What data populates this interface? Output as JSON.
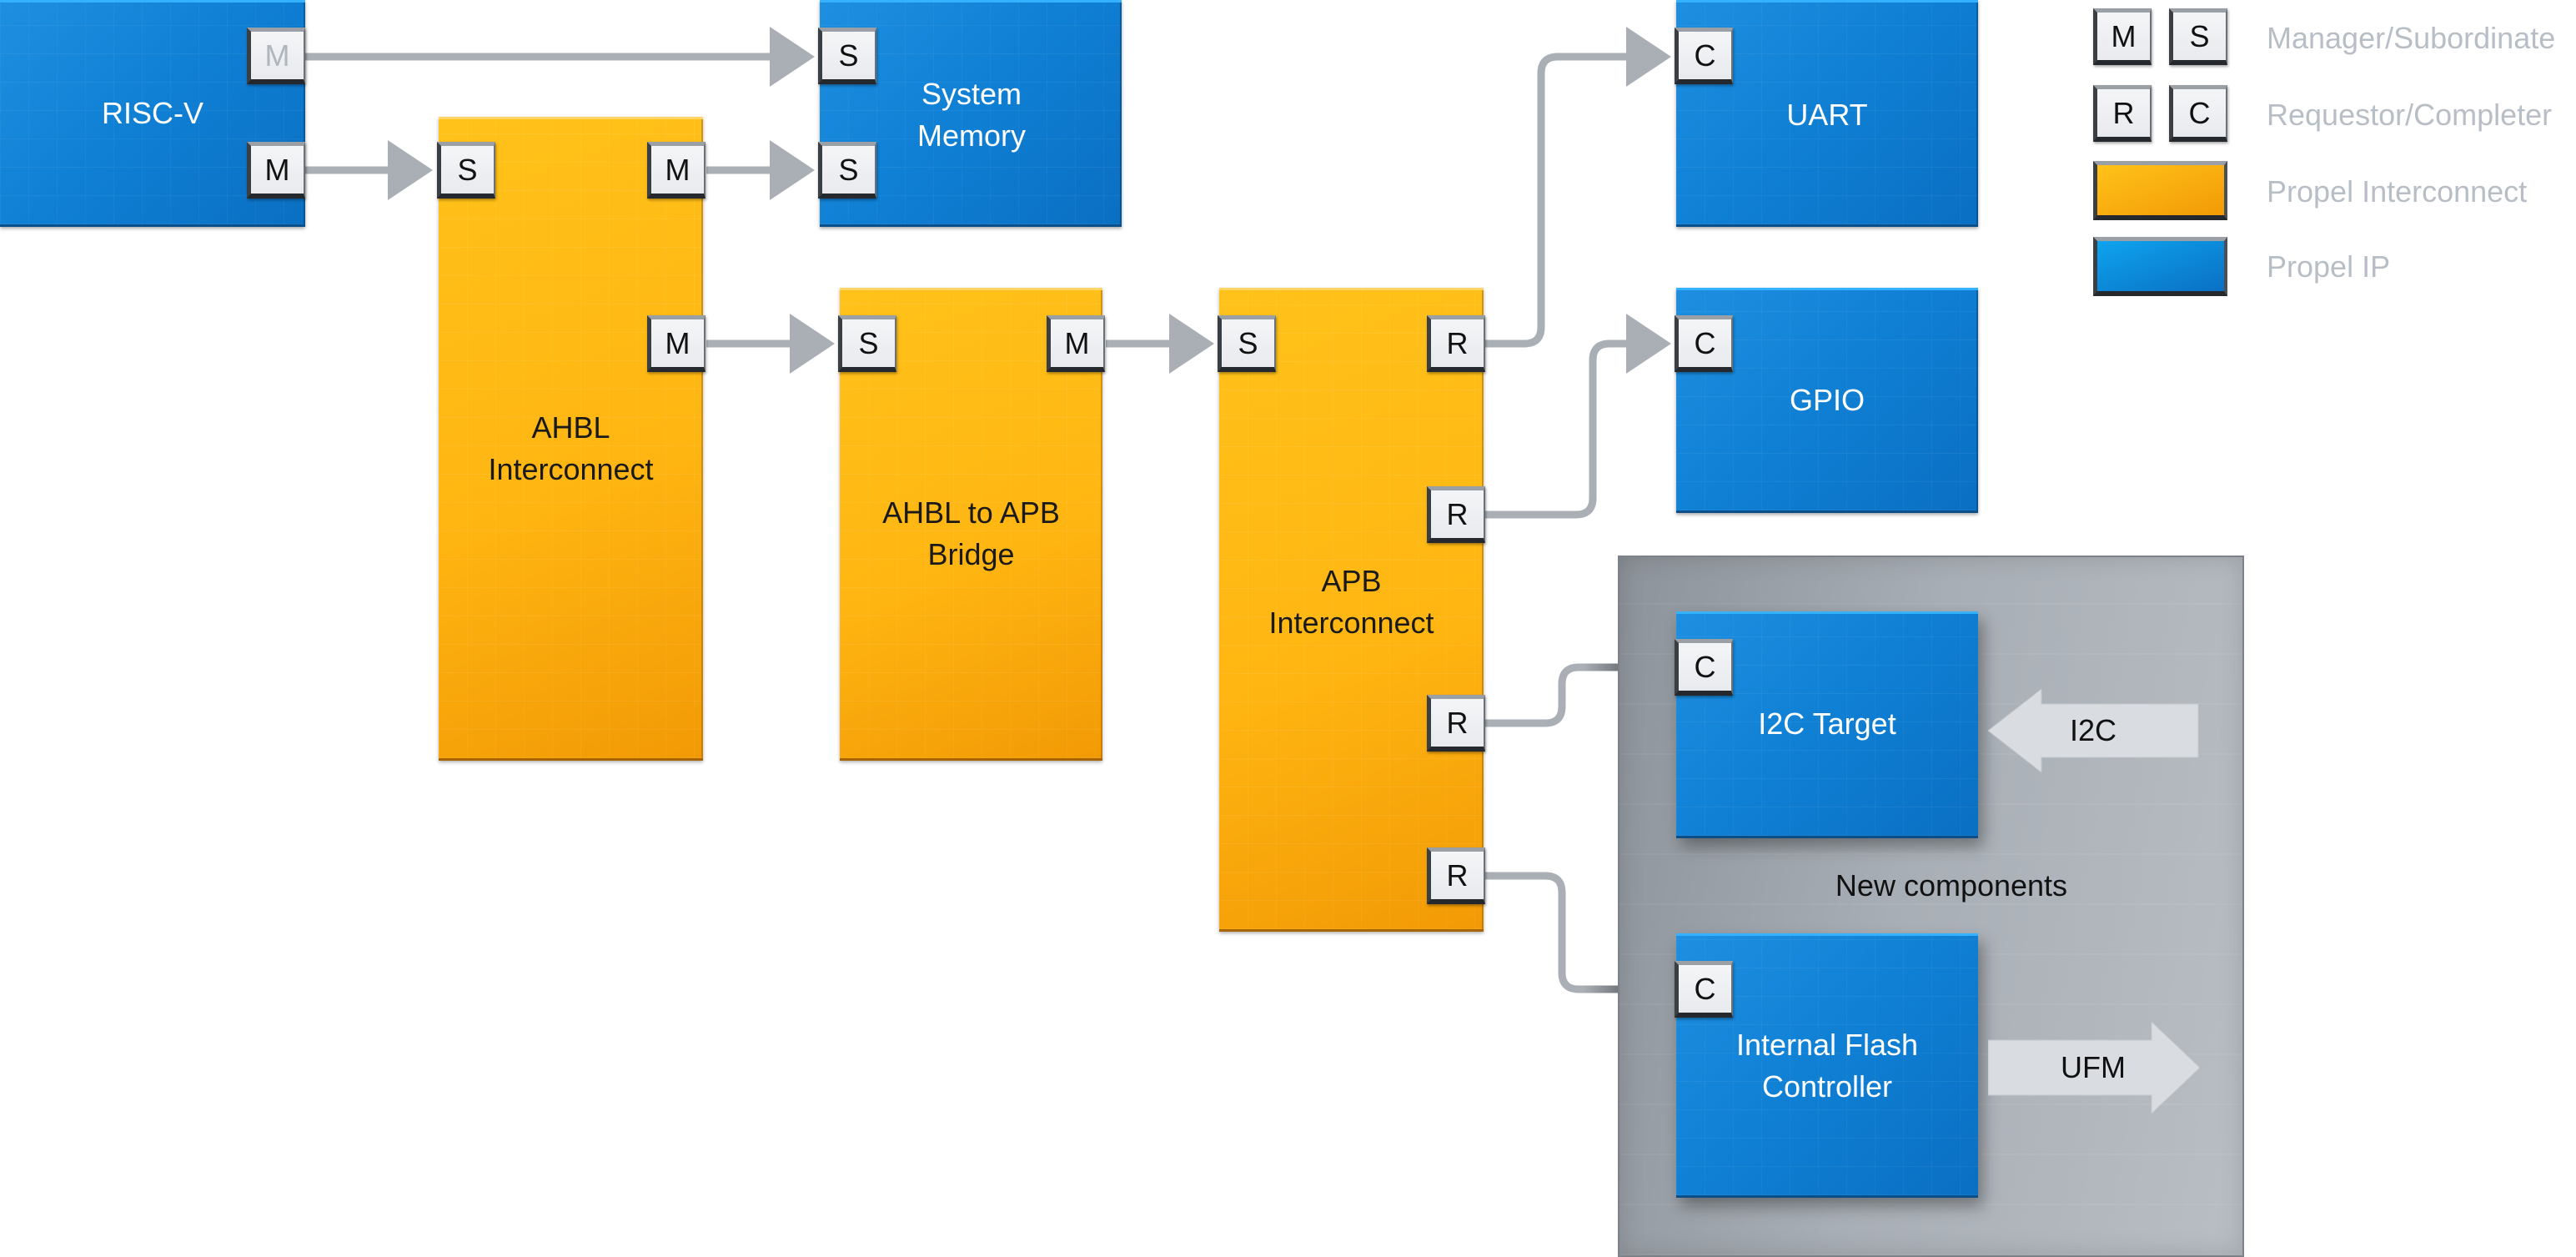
{
  "diagram": {
    "blocks": {
      "riscv": {
        "label": "RISC-V",
        "kind": "Propel IP"
      },
      "system_memory": {
        "label_line1": "System",
        "label_line2": "Memory",
        "kind": "Propel IP"
      },
      "ahbl_interconnect": {
        "label_line1": "AHBL",
        "label_line2": "Interconnect",
        "kind": "Propel Interconnect"
      },
      "ahbl_to_apb_bridge": {
        "label_line1": "AHBL to APB",
        "label_line2": "Bridge",
        "kind": "Propel Interconnect"
      },
      "apb_interconnect": {
        "label_line1": "APB",
        "label_line2": "Interconnect",
        "kind": "Propel Interconnect"
      },
      "uart": {
        "label": "UART",
        "kind": "Propel IP"
      },
      "gpio": {
        "label": "GPIO",
        "kind": "Propel IP"
      },
      "i2c_target": {
        "label": "I2C Target",
        "kind": "Propel IP"
      },
      "internal_flash_controller": {
        "label_line1": "Internal Flash",
        "label_line2": "Controller",
        "kind": "Propel IP"
      }
    },
    "ports": {
      "M": "M",
      "S": "S",
      "R": "R",
      "C": "C"
    },
    "group": {
      "label": "New components"
    },
    "external": {
      "i2c": {
        "label": "I2C",
        "direction": "in"
      },
      "ufm": {
        "label": "UFM",
        "direction": "out"
      }
    },
    "connections": [
      {
        "from": "RISC-V M (dimmed)",
        "to": "System Memory S"
      },
      {
        "from": "RISC-V M",
        "to": "AHBL Interconnect S"
      },
      {
        "from": "AHBL Interconnect M",
        "to": "System Memory S"
      },
      {
        "from": "AHBL Interconnect M",
        "to": "AHBL to APB Bridge S"
      },
      {
        "from": "AHBL to APB Bridge M",
        "to": "APB Interconnect S"
      },
      {
        "from": "APB Interconnect R",
        "to": "UART C"
      },
      {
        "from": "APB Interconnect R",
        "to": "GPIO C"
      },
      {
        "from": "APB Interconnect R",
        "to": "I2C Target C"
      },
      {
        "from": "APB Interconnect R",
        "to": "Internal Flash Controller C"
      }
    ]
  },
  "legend": {
    "items": [
      {
        "label": "Manager/Subordinate",
        "ports": [
          "M",
          "S"
        ]
      },
      {
        "label": "Requestor/Completer",
        "ports": [
          "R",
          "C"
        ]
      },
      {
        "label": "Propel Interconnect",
        "color": "#ffb612"
      },
      {
        "label": "Propel IP",
        "color": "#0f7fd4"
      }
    ]
  },
  "colors": {
    "propel_ip": "#0f7fd4",
    "propel_interconnect": "#ffb612",
    "wire": "#a9afb5",
    "wire_into_group": "#2d3236",
    "group_bg": "#a3a9b0",
    "legend_text": "#b8bec6"
  }
}
